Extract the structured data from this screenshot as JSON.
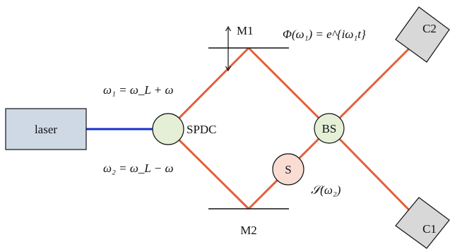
{
  "diagram": {
    "laser_label": "laser",
    "spdc_label": "SPDC",
    "bs_label": "BS",
    "s_label": "S",
    "m1_label": "M1",
    "m2_label": "M2",
    "c1_label": "C1",
    "c2_label": "C2",
    "omega1_eq": "ω₁ = ω_L + ω",
    "omega2_eq": "ω₂ = ω_L − ω",
    "phase_eq": "Φ(ω₁) = e^{iω₁t}",
    "s_func": "𝒮(ω₂)",
    "colors": {
      "beam": "#e2603a",
      "pump": "#1530d0",
      "laser_fill": "#cfd9e6",
      "spdc_fill": "#e4efd6",
      "bs_fill": "#e4efd6",
      "s_fill": "#f9dcd2",
      "detector_fill": "#d8d8d8"
    }
  }
}
